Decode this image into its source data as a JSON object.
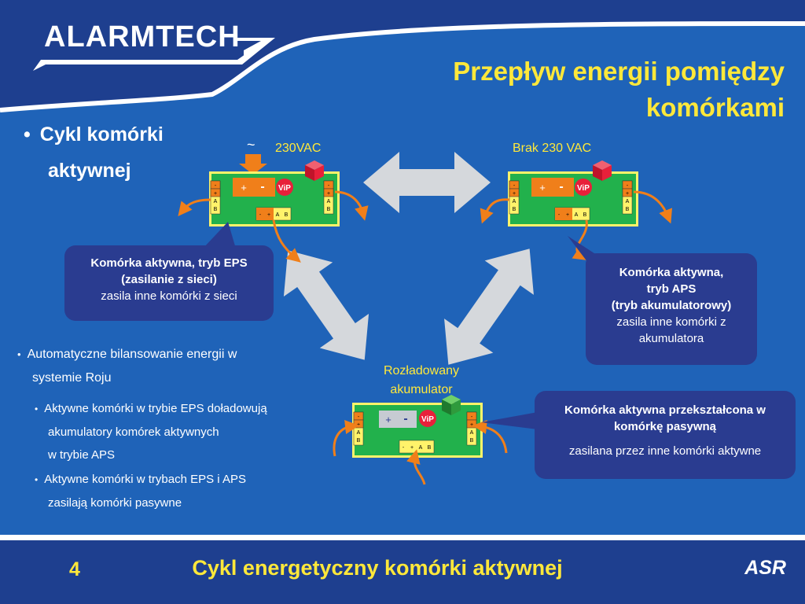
{
  "brand": {
    "logo_text": "ALARMTECH"
  },
  "title": {
    "line1": "Przepływ energii pomiędzy",
    "line2": "komórkami"
  },
  "bullets": {
    "main_line1": "Cykl komórki",
    "main_line2": "aktywnej",
    "b1_line1": "Automatyczne bilansowanie energii w",
    "b1_line2": "systemie Roju",
    "b1a_line1": "Aktywne komórki w trybie EPS doładowują",
    "b1a_line2": "akumulatory komórek aktywnych",
    "b1a_line3": "w trybie APS",
    "b1b_line1": "Aktywne komórki w trybach EPS i APS",
    "b1b_line2": "zasilają komórki pasywne"
  },
  "labels": {
    "tilde": "~",
    "vac": "230VAC",
    "brak": "Brak 230 VAC",
    "rozl1": "Rozładowany",
    "rozl2": "akumulator"
  },
  "module_text": {
    "plus": "+",
    "minus": "-",
    "logo": "ViP",
    "a": "A",
    "b": "B"
  },
  "callouts": {
    "eps": {
      "l1": "Komórka aktywna, tryb EPS",
      "l2": "(zasilanie z sieci)",
      "l3": "zasila inne komórki z sieci"
    },
    "aps": {
      "l1": "Komórka aktywna,",
      "l2": "tryb APS",
      "l3": "(tryb akumulatorowy)",
      "l4": "zasila inne komórki z",
      "l5": "akumulatora"
    },
    "pas": {
      "l1": "Komórka aktywna przekształcona w",
      "l2": "komórkę pasywną",
      "l3": "zasilana przez inne komórki aktywne"
    }
  },
  "footer": {
    "page": "4",
    "title": "Cykl energetyczny komórki aktywnej",
    "tag": "ASR"
  },
  "colors": {
    "background": "#1f63b8",
    "header": "#1e3f8f",
    "accent": "#ffe83a",
    "callout": "#2a3c90",
    "board": "#22b14c",
    "arrow": "#f07f1a",
    "big_arrow": "#d5d8dc"
  }
}
